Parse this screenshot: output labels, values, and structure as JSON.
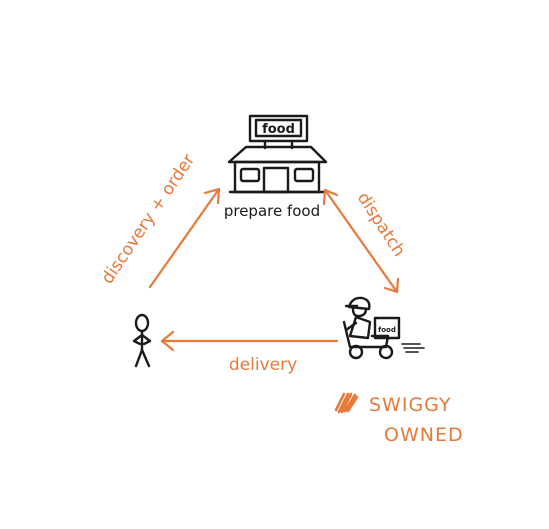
{
  "nodes": {
    "store_sign": "food",
    "store_caption": "prepare food"
  },
  "edges": {
    "customer_to_store": "discovery + order",
    "store_to_rider": "dispatch",
    "rider_to_customer": "delivery"
  },
  "rider_box_label": "food",
  "note": {
    "line1": "SWIGGY",
    "line2": "OWNED"
  },
  "colors": {
    "accent": "#e8793a",
    "ink": "#1a1a1a"
  }
}
